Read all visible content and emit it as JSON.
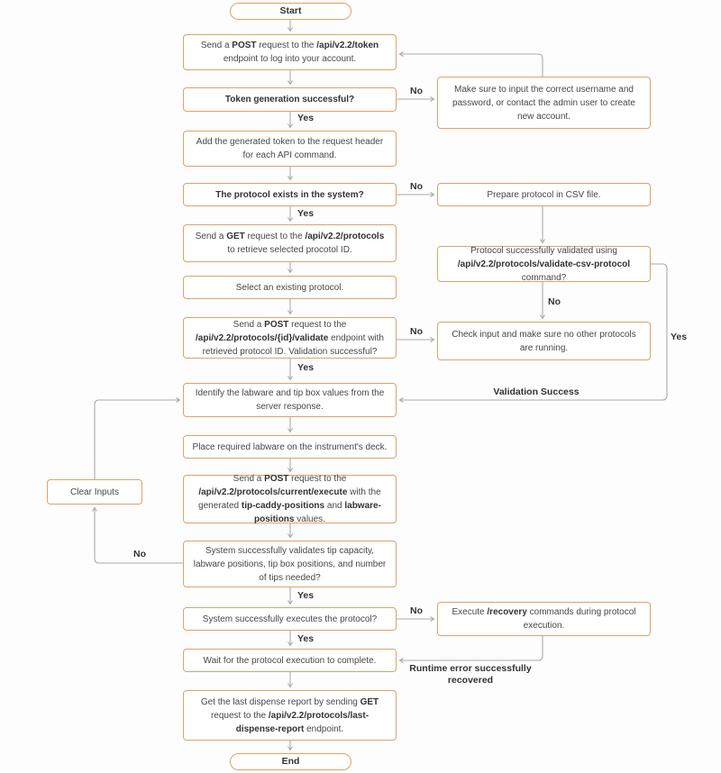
{
  "colors": {
    "box_border": "#DFA267",
    "connector_line": "#ABABAB",
    "text": "#474747",
    "bold_text": "#333333"
  },
  "labels": {
    "yes": "Yes",
    "no": "No",
    "validation_success": "Validation Success",
    "runtime_error_recovered": "Runtime error successfully recovered"
  },
  "nodes": {
    "start": {
      "segments": [
        {
          "t": "Start",
          "b": 1
        }
      ]
    },
    "post_token": {
      "segments": [
        {
          "t": "Send a "
        },
        {
          "t": "POST",
          "b": 1
        },
        {
          "t": " request to the "
        },
        {
          "t": "/api/v2.2/token",
          "b": 1
        },
        {
          "t": " endpoint to log into your account."
        }
      ]
    },
    "token_success": {
      "segments": [
        {
          "t": "Token generation successful?",
          "b": 1
        }
      ]
    },
    "fix_credentials": {
      "segments": [
        {
          "t": "Make sure to input the correct username and password, or contact the admin user to create new account."
        }
      ]
    },
    "add_token": {
      "segments": [
        {
          "t": "Add the generated token to the request header for each API command."
        }
      ]
    },
    "protocol_exists": {
      "segments": [
        {
          "t": "The protocol exists in the system?",
          "b": 1
        }
      ]
    },
    "prepare_csv": {
      "segments": [
        {
          "t": "Prepare protocol in CSV file."
        }
      ]
    },
    "get_protocols": {
      "segments": [
        {
          "t": "Send a "
        },
        {
          "t": "GET",
          "b": 1
        },
        {
          "t": " request to the "
        },
        {
          "t": "/api/v2.2/protocols",
          "b": 1
        },
        {
          "t": " to retrieve selected procotol ID."
        }
      ]
    },
    "csv_validated": {
      "segments": [
        {
          "t": "Protocol successfully validated using "
        },
        {
          "t": "/api/v2.2/protocols/validate-csv-protocol",
          "b": 1
        },
        {
          "t": " command?"
        }
      ]
    },
    "select_protocol": {
      "segments": [
        {
          "t": "Select an existing protocol."
        }
      ]
    },
    "post_validate": {
      "segments": [
        {
          "t": "Send a "
        },
        {
          "t": "POST",
          "b": 1
        },
        {
          "t": " request to the "
        },
        {
          "t": "/api/v2.2/protocols/{id}/validate",
          "b": 1
        },
        {
          "t": " endpoint with retrieved protocol ID. Validation successful?"
        }
      ]
    },
    "check_input": {
      "segments": [
        {
          "t": "Check input and make sure no other protocols are running."
        }
      ]
    },
    "identify_labware": {
      "segments": [
        {
          "t": "Identify the labware and tip box values from the server response."
        }
      ]
    },
    "place_labware": {
      "segments": [
        {
          "t": "Place required labware on the instrument's deck."
        }
      ]
    },
    "clear_inputs": {
      "segments": [
        {
          "t": "Clear Inputs"
        }
      ]
    },
    "post_execute": {
      "segments": [
        {
          "t": "Send a "
        },
        {
          "t": "POST",
          "b": 1
        },
        {
          "t": " request to the "
        },
        {
          "t": "/api/v2.2/protocols/current/execute",
          "b": 1
        },
        {
          "t": " with the generated "
        },
        {
          "t": "tip-caddy-positions",
          "b": 1
        },
        {
          "t": " and "
        },
        {
          "t": "labware-positions",
          "b": 1
        },
        {
          "t": " values."
        }
      ]
    },
    "system_validates": {
      "segments": [
        {
          "t": "System successfully validates tip capacity, labware positions, tip box positions, and number of tips needed?"
        }
      ]
    },
    "system_executes": {
      "segments": [
        {
          "t": "System successfully executes the protocol?"
        }
      ]
    },
    "recovery": {
      "segments": [
        {
          "t": "Execute "
        },
        {
          "t": "/recovery",
          "b": 1
        },
        {
          "t": " commands during protocol execution."
        }
      ]
    },
    "wait_complete": {
      "segments": [
        {
          "t": "Wait for the protocol execution to complete."
        }
      ]
    },
    "get_report": {
      "segments": [
        {
          "t": "Get the last dispense report by sending "
        },
        {
          "t": "GET",
          "b": 1
        },
        {
          "t": " request to the "
        },
        {
          "t": "/api/v2.2/protocols/last-dispense-report",
          "b": 1
        },
        {
          "t": " endpoint."
        }
      ]
    },
    "end": {
      "segments": [
        {
          "t": "End",
          "b": 1
        }
      ]
    }
  }
}
